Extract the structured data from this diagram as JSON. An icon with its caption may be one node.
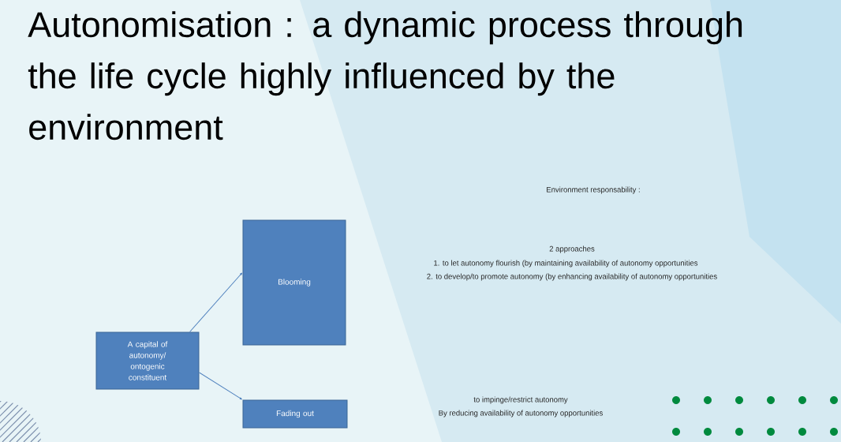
{
  "diagram": {
    "title": "Autonomisation : a dynamic process through the life cycle highly influenced by the environment",
    "nodes": [
      {
        "text": [
          "A capital of autonomy/ ontogenic constituent"
        ]
      },
      {
        "text": [
          "Blooming"
        ]
      },
      {
        "text": [
          "Fading out"
        ]
      }
    ],
    "edges": [
      {
        "from": 0,
        "to": 1,
        "arrow": "to"
      },
      {
        "from": 0,
        "to": 2,
        "arrow": "to"
      }
    ],
    "labels": [
      "Environment responsability :",
      "2 approaches",
      "1.  to let autonomy flourish (by maintaining availability of autonomy opportunities",
      "2. to develop/to promote autonomy (by enhancing availability of autonomy opportunities",
      "to impinge/restrict autonomy",
      "By reducing  availability of autonomy opportunities"
    ]
  }
}
